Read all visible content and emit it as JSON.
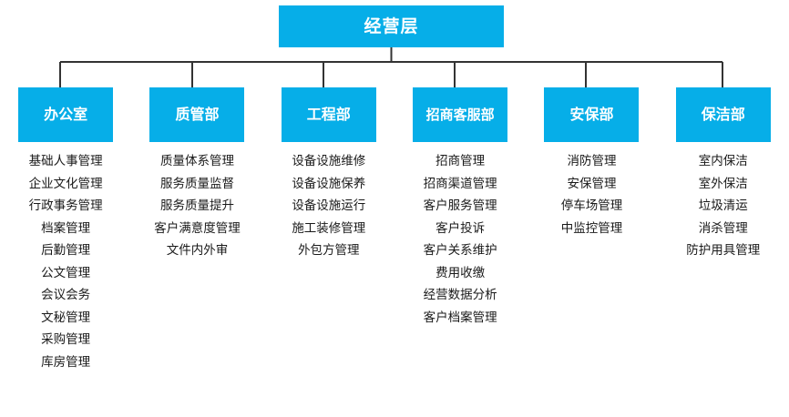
{
  "colors": {
    "accent": "#06aee8",
    "node_text": "#ffffff",
    "item_text": "#1a1a1a",
    "connector": "#333333",
    "background": "#ffffff"
  },
  "root": {
    "label": "经营层"
  },
  "departments": [
    {
      "name": "办公室",
      "items": [
        "基础人事管理",
        "企业文化管理",
        "行政事务管理",
        "档案管理",
        "后勤管理",
        "公文管理",
        "会议会务",
        "文秘管理",
        "采购管理",
        "库房管理"
      ]
    },
    {
      "name": "质管部",
      "items": [
        "质量体系管理",
        "服务质量监督",
        "服务质量提升",
        "客户满意度管理",
        "文件内外审"
      ]
    },
    {
      "name": "工程部",
      "items": [
        "设备设施维修",
        "设备设施保养",
        "设备设施运行",
        "施工装修管理",
        "外包方管理"
      ]
    },
    {
      "name": "招商客服部",
      "items": [
        "招商管理",
        "招商渠道管理",
        "客户服务管理",
        "客户投诉",
        "客户关系维护",
        "费用收缴",
        "经营数据分析",
        "客户档案管理"
      ]
    },
    {
      "name": "安保部",
      "items": [
        "消防管理",
        "安保管理",
        "停车场管理",
        "中监控管理"
      ]
    },
    {
      "name": "保洁部",
      "items": [
        "室内保洁",
        "室外保洁",
        "垃圾清运",
        "消杀管理",
        "防护用具管理"
      ]
    }
  ]
}
